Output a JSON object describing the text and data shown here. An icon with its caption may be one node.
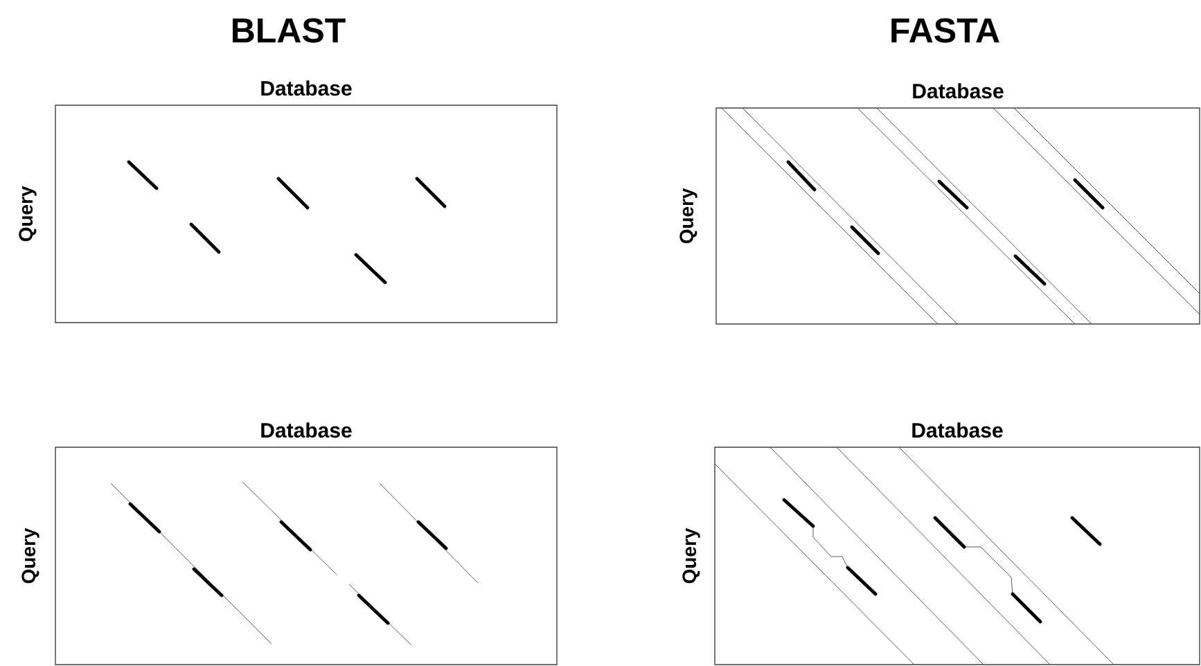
{
  "diagram": {
    "nodes": [
      {
        "text": [
          "Database"
        ],
        "beside": [
          "Query"
        ]
      },
      {
        "text": [
          "Database"
        ],
        "beside": [
          "Query"
        ]
      },
      {
        "text": [
          "Database"
        ],
        "beside": [
          "Query"
        ]
      },
      {
        "text": [
          "Database"
        ],
        "beside": [
          "Query"
        ]
      }
    ],
    "labels": [
      "BLAST",
      "FASTA"
    ]
  }
}
